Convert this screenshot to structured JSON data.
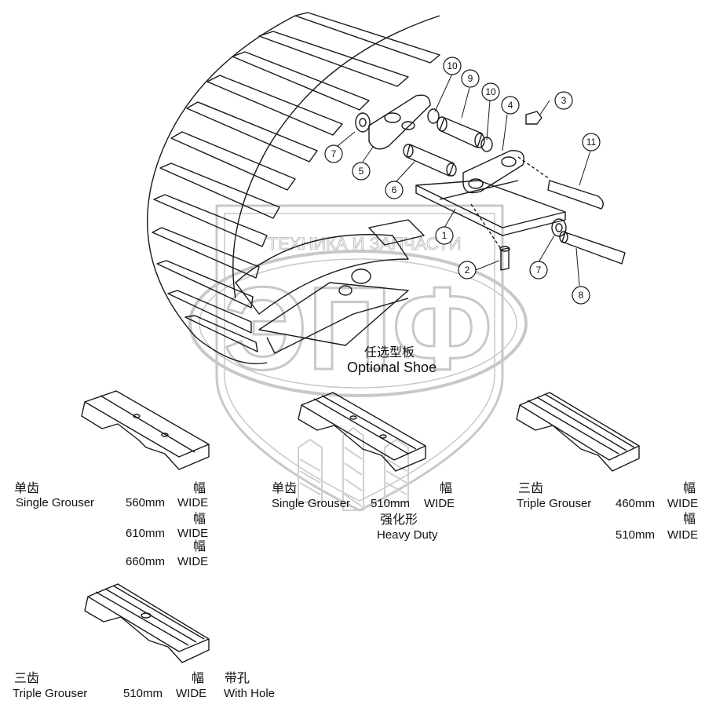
{
  "watermark": {
    "text_top": "ТЕХНИКА И ЗАПЧАСТИ",
    "text_main": "ЭПФ"
  },
  "callouts": [
    "1",
    "2",
    "3",
    "4",
    "5",
    "6",
    "7",
    "7",
    "8",
    "9",
    "10",
    "10",
    "11"
  ],
  "optional_shoe": {
    "cn": "任选型板",
    "en": "Optional Shoe"
  },
  "shoes": {
    "single_560": {
      "cn": "单齿",
      "en": "Single Grouser",
      "widths": [
        {
          "fu": "幅",
          "size": "560mm",
          "wide": "WIDE"
        },
        {
          "fu": "幅",
          "size": "610mm",
          "wide": "WIDE"
        },
        {
          "fu": "幅",
          "size": "660mm",
          "wide": "WIDE"
        }
      ]
    },
    "single_heavy": {
      "cn": "单齿",
      "en": "Single Grouser",
      "fu": "幅",
      "size": "510mm",
      "wide": "WIDE",
      "extra_cn": "强化形",
      "extra_en": "Heavy Duty"
    },
    "triple": {
      "cn": "三齿",
      "en": "Triple Grouser",
      "widths": [
        {
          "fu": "幅",
          "size": "460mm",
          "wide": "WIDE"
        },
        {
          "fu": "幅",
          "size": "510mm",
          "wide": "WIDE"
        }
      ]
    },
    "triple_hole": {
      "cn": "三齿",
      "en": "Triple Grouser",
      "fu": "幅",
      "size": "510mm",
      "wide": "WIDE",
      "extra_cn": "带孔",
      "extra_en": "With Hole"
    }
  },
  "colors": {
    "line": "#1a1a1a",
    "watermark": "#c8c8c8"
  }
}
